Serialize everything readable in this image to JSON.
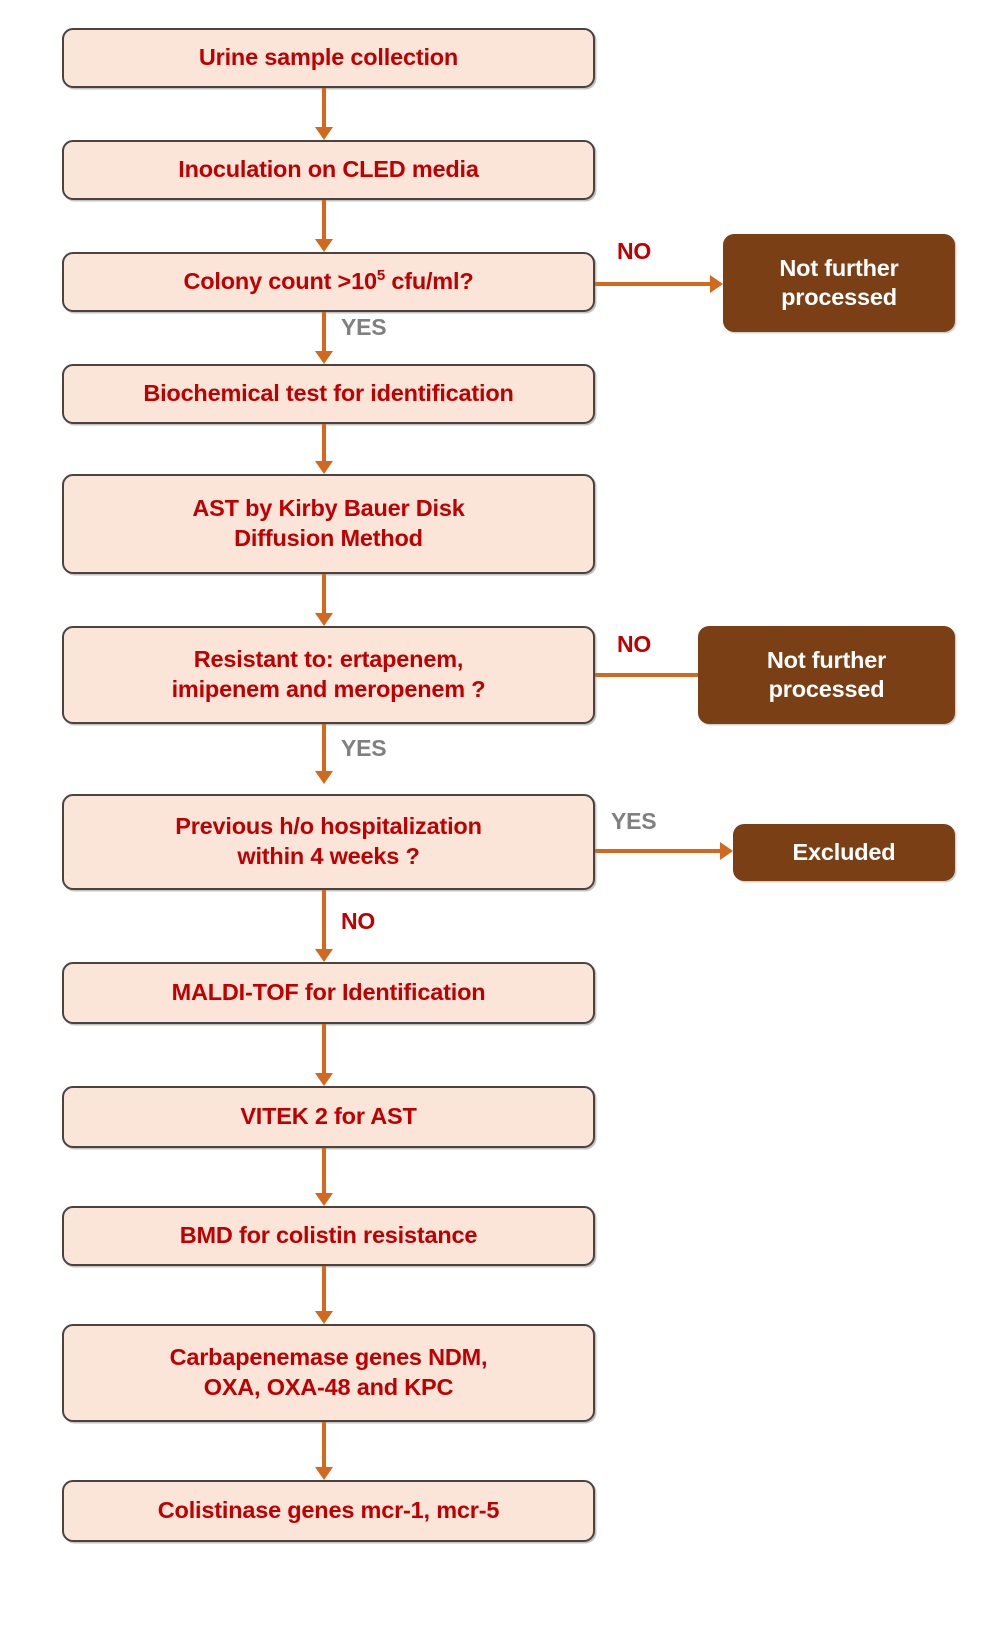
{
  "diagram": {
    "title": "Laboratory workflow for carbapenem-resistant uropathogen processing",
    "colors": {
      "node_fill": "#FAE5D8",
      "node_border": "#4a4340",
      "node_text": "#C00000",
      "terminal_fill": "#7B3F16",
      "terminal_text": "#FFFFFF",
      "arrow": "#D2691E",
      "label_gray": "#808080",
      "label_red": "#C00000",
      "background": "#FFFFFF"
    }
  },
  "nodes": {
    "urine_sample_collection": "Urine sample collection",
    "inoculation_cled": "Inoculation on CLED media",
    "colony_count_prefix": "Colony count >10",
    "colony_count_sup": "5",
    "colony_count_suffix": " cfu/ml?",
    "biochemical_test": "Biochemical test for identification",
    "ast_kirby_bauer_line1": "AST by Kirby Bauer Disk",
    "ast_kirby_bauer_line2": "Diffusion Method",
    "resistant_line1": "Resistant to: ertapenem,",
    "resistant_line2": "imipenem and meropenem ?",
    "hospitalization_line1": "Previous h/o hospitalization",
    "hospitalization_line2": "within 4 weeks ?",
    "maldi_tof": "MALDI-TOF for Identification",
    "vitek2": "VITEK 2 for AST",
    "bmd_colistin": "BMD for colistin resistance",
    "carbapenemase_line1": "Carbapenemase genes NDM,",
    "carbapenemase_line2": "OXA, OXA-48 and KPC",
    "colistinase": "Colistinase genes mcr-1, mcr-5",
    "not_further_processed_1_line1": "Not further",
    "not_further_processed_1_line2": "processed",
    "not_further_processed_2_line1": "Not further",
    "not_further_processed_2_line2": "processed",
    "excluded": "Excluded"
  },
  "edge_labels": {
    "colony_count_no": "NO",
    "colony_count_yes": "YES",
    "resistant_no": "NO",
    "resistant_yes": "YES",
    "hospitalization_yes": "YES",
    "hospitalization_no": "NO"
  }
}
